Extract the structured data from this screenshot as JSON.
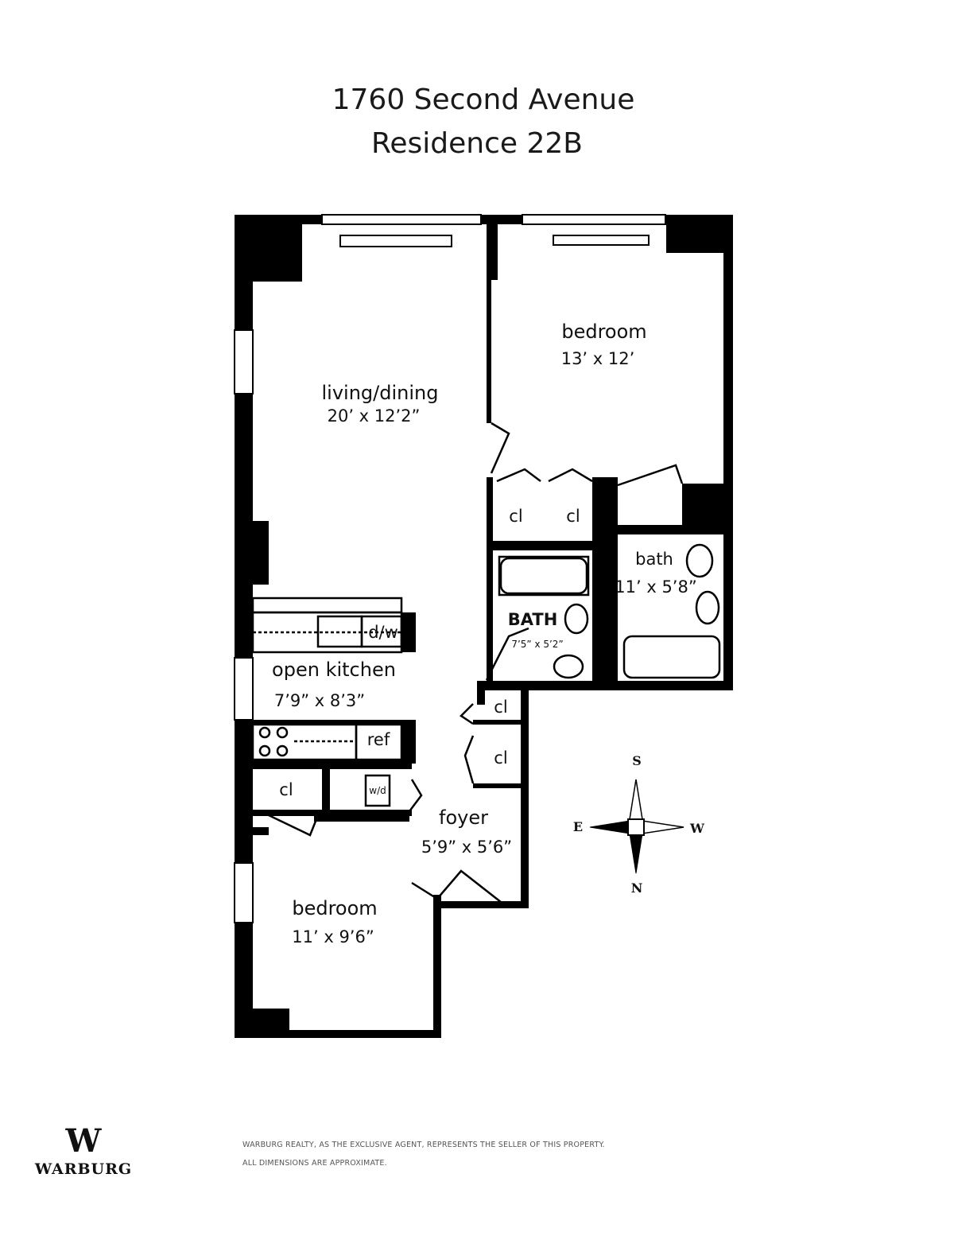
{
  "header": {
    "address": "1760 Second Avenue",
    "residence": "Residence 22B"
  },
  "rooms": {
    "living": {
      "name": "living/dining",
      "size": "20’ x 12’2”"
    },
    "bedroom1": {
      "name": "bedroom",
      "size": "13’ x 12’"
    },
    "closet_a": "cl",
    "closet_b": "cl",
    "closet_c": "cl",
    "closet_d": "cl",
    "closet_e": "cl",
    "bath1": {
      "name": "bath",
      "size": "11’ x 5’8”"
    },
    "bath2": {
      "name": "BATH",
      "size": "7’5” x 5’2”"
    },
    "kitchen": {
      "name": "open kitchen",
      "size": "7’9” x 8’3”",
      "dishwasher": "d/w",
      "fridge": "ref",
      "washer_dryer": "w/d"
    },
    "foyer": {
      "name": "foyer",
      "size": "5’9” x 5’6”"
    },
    "bedroom2": {
      "name": "bedroom",
      "size": "11’ x 9’6”"
    }
  },
  "compass": {
    "s": "S",
    "e": "E",
    "w": "W",
    "n": "N"
  },
  "footer": {
    "logo_text": "WARBURG",
    "logo_mark": "W",
    "disclaimer_line1": "WARBURG REALTY, AS THE EXCLUSIVE AGENT, REPRESENTS THE SELLER OF THIS PROPERTY.",
    "disclaimer_line2": "ALL DIMENSIONS ARE APPROXIMATE."
  }
}
